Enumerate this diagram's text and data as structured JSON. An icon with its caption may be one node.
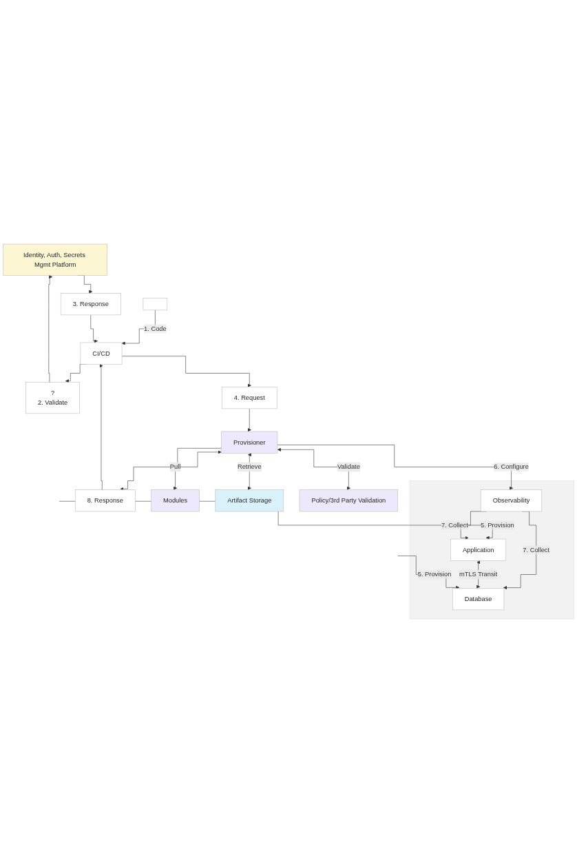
{
  "diagram": {
    "nodes": [
      {
        "text": [
          "Identity, Auth, Secrets Mgmt Platform"
        ]
      },
      {
        "text": [],
        "shape": "box"
      },
      {
        "text": [
          "CI/CD"
        ]
      },
      {
        "text": [
          "?",
          "2. Validate"
        ]
      },
      {
        "text": [
          "3. Response"
        ]
      },
      {
        "text": [
          "4. Request"
        ]
      },
      {
        "text": [
          "8. Response"
        ]
      },
      {
        "text": [
          "Provisioner"
        ]
      },
      {
        "text": [
          "Modules"
        ]
      },
      {
        "text": [
          "Artifact Storage"
        ]
      },
      {
        "text": [
          "Policy/3rd Party Validation"
        ]
      },
      {
        "text": [],
        "shape": "box"
      },
      {
        "text": [
          "Application"
        ],
        "in": 11
      },
      {
        "text": [
          "Observability"
        ],
        "in": 11
      },
      {
        "text": [
          "Database"
        ],
        "in": 11
      }
    ],
    "edges": [
      {
        "from": 1,
        "to": 2,
        "arrow": "to",
        "label": "1. Code"
      },
      {
        "from": 2,
        "to": 3,
        "arrow": "to"
      },
      {
        "from": 3,
        "to": 0,
        "arrow": "to"
      },
      {
        "from": 0,
        "to": 4,
        "arrow": "to"
      },
      {
        "from": 4,
        "to": 2,
        "arrow": "to"
      },
      {
        "from": 2,
        "to": 5,
        "arrow": "to"
      },
      {
        "from": 5,
        "to": 7,
        "arrow": "to"
      },
      {
        "from": 7,
        "to": 6,
        "arrow": "to"
      },
      {
        "from": 6,
        "to": 2,
        "arrow": "to"
      },
      {
        "from": 7,
        "to": 8,
        "arrow": "both",
        "label": "Pull"
      },
      {
        "from": 7,
        "to": 9,
        "arrow": "both",
        "label": "Retrieve"
      },
      {
        "from": 7,
        "to": 10,
        "arrow": "both",
        "label": "Validate"
      },
      {
        "from": 7,
        "to": 13,
        "arrow": "to",
        "label": "6. Configure"
      },
      {
        "from": null,
        "to": 12,
        "arrow": "to",
        "label": "5. Provision"
      },
      {
        "from": 13,
        "to": 12,
        "arrow": "to",
        "label": "7. Collect"
      },
      {
        "from": 13,
        "to": 14,
        "arrow": "to",
        "label": "7. Collect"
      },
      {
        "from": 12,
        "to": 14,
        "arrow": "both",
        "label": "mTLS Transit"
      },
      {
        "from": null,
        "to": 14,
        "arrow": "to",
        "label": "5. Provision"
      }
    ]
  }
}
